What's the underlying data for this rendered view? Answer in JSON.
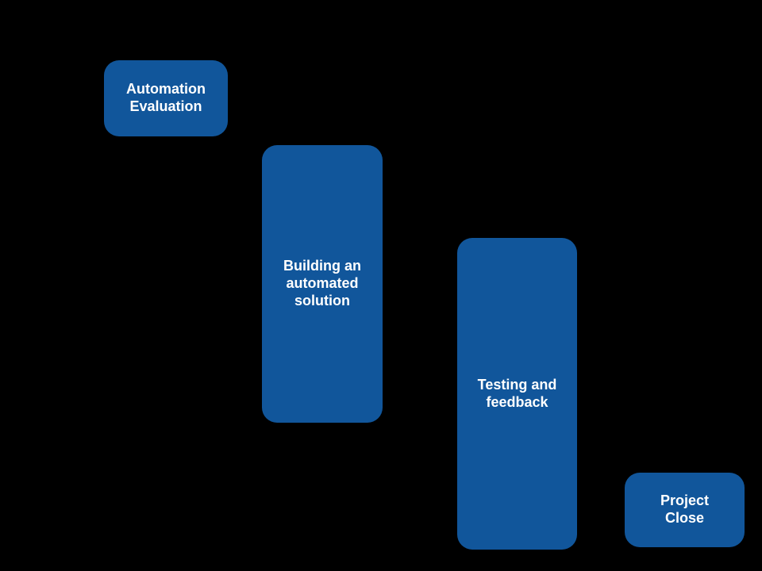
{
  "canvas": {
    "background_color": "#000000"
  },
  "diagram": {
    "type": "staircase-process",
    "node_fill_color": "#11569B",
    "node_text_color": "#FFFFFF",
    "nodes": [
      {
        "id": "automation-evaluation",
        "label": "Automation Evaluation"
      },
      {
        "id": "building-an-automated-solution",
        "label": "Building an automated solution"
      },
      {
        "id": "testing-and-feedback",
        "label": "Testing and feedback"
      },
      {
        "id": "project-close",
        "label": "Project Close"
      }
    ]
  }
}
